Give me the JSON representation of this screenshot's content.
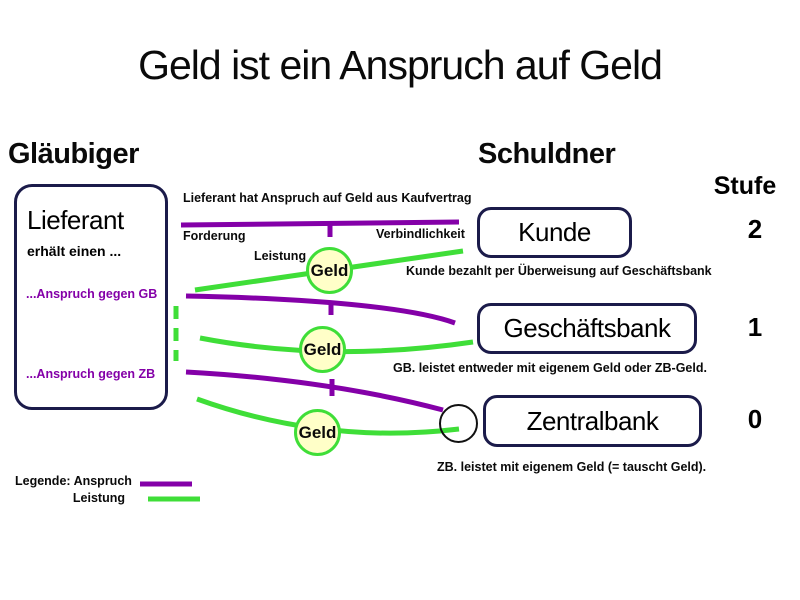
{
  "colors": {
    "anspruch_purple": "#8400a8",
    "leistung_green": "#3fde38",
    "box_border_navy": "#1b1b4a",
    "geld_fill": "#ffffc8"
  },
  "title": "Geld ist ein Anspruch auf Geld",
  "columns": {
    "creditor_heading": "Gläubiger",
    "debtor_heading": "Schuldner",
    "stufe_heading": "Stufe"
  },
  "creditor_box": {
    "name": "Lieferant",
    "subtitle": "erhält einen ...",
    "claim_gb": "...Anspruch gegen GB",
    "claim_zb": "...Anspruch gegen ZB"
  },
  "debtors": [
    {
      "label": "Kunde",
      "stufe": "2",
      "note": "Kunde bezahlt per Überweisung auf Geschäftsbank"
    },
    {
      "label": "Geschäftsbank",
      "stufe": "1",
      "note": "GB. leistet entweder mit eigenem Geld oder ZB-Geld."
    },
    {
      "label": "Zentralbank",
      "stufe": "0",
      "note": "ZB. leistet mit eigenem Geld (= tauscht Geld)."
    }
  ],
  "flow_labels": {
    "top_claim": "Lieferant hat Anspruch auf Geld aus Kaufvertrag",
    "forderung": "Forderung",
    "verbindlichkeit": "Verbindlichkeit",
    "leistung": "Leistung"
  },
  "geld_circles": [
    {
      "label": "Geld"
    },
    {
      "label": "Geld"
    },
    {
      "label": "Geld"
    }
  ],
  "legend": {
    "anspruch_line": "Legende: Anspruch",
    "leistung_line": "Leistung"
  }
}
